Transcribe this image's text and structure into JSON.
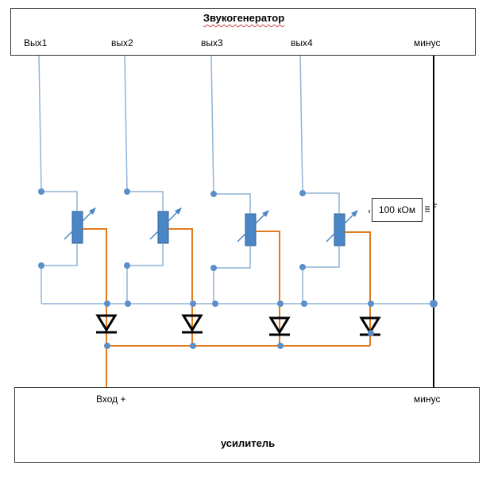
{
  "generator": {
    "title": "Звукогенератор",
    "outputs": [
      "Вых1",
      "вых2",
      "вых3",
      "вых4"
    ],
    "minus_label": "минус"
  },
  "amplifier": {
    "title": "усилитель",
    "input_label": "Вход +",
    "minus_label": "минус"
  },
  "resistor_value_label": "100 кОм",
  "colors": {
    "signal_wire": "#8fb4d6",
    "orange_wire": "#e07b21",
    "ground_wire": "#000000",
    "node": "#5b8fc9",
    "resistor": "#4a86c6",
    "diode": "#000000"
  }
}
